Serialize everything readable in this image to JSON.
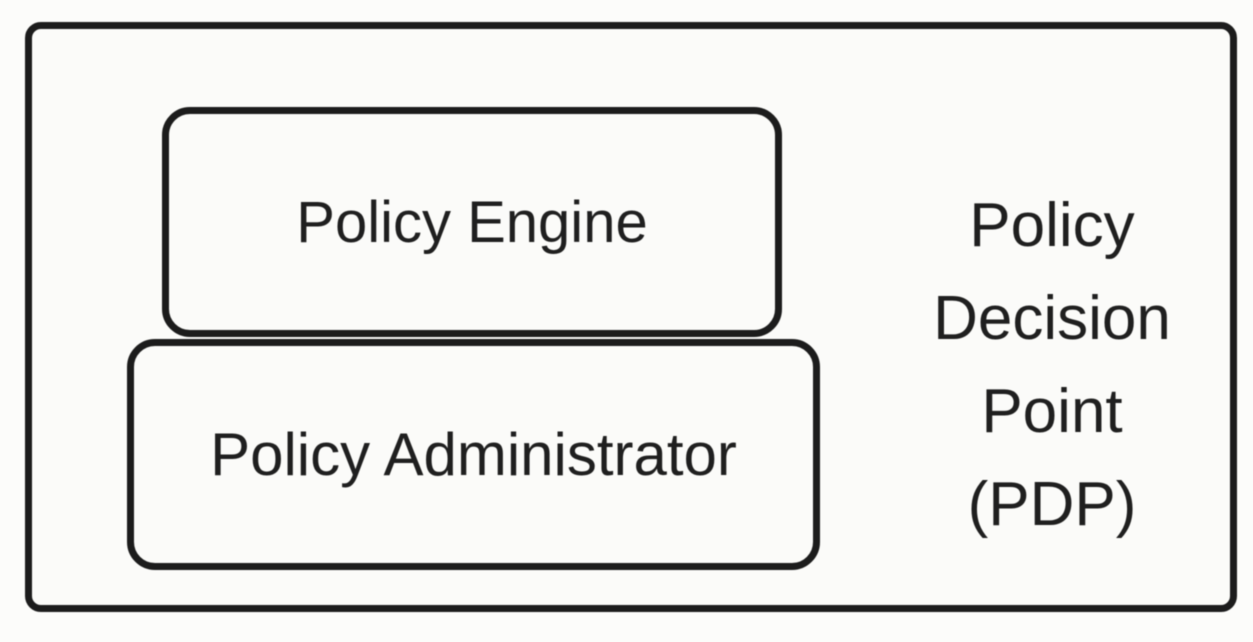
{
  "diagram": {
    "colors": {
      "background": "#fbfbf9",
      "stroke": "#1c1c1c",
      "text": "#1f1f1f"
    },
    "policy_engine": {
      "label": "Policy Engine"
    },
    "policy_administrator": {
      "label": "Policy Administrator"
    },
    "pdp_label_full": "Policy Decision Point (PDP)",
    "pdp_lines": [
      "Policy",
      "Decision",
      "Point",
      "(PDP)"
    ]
  }
}
